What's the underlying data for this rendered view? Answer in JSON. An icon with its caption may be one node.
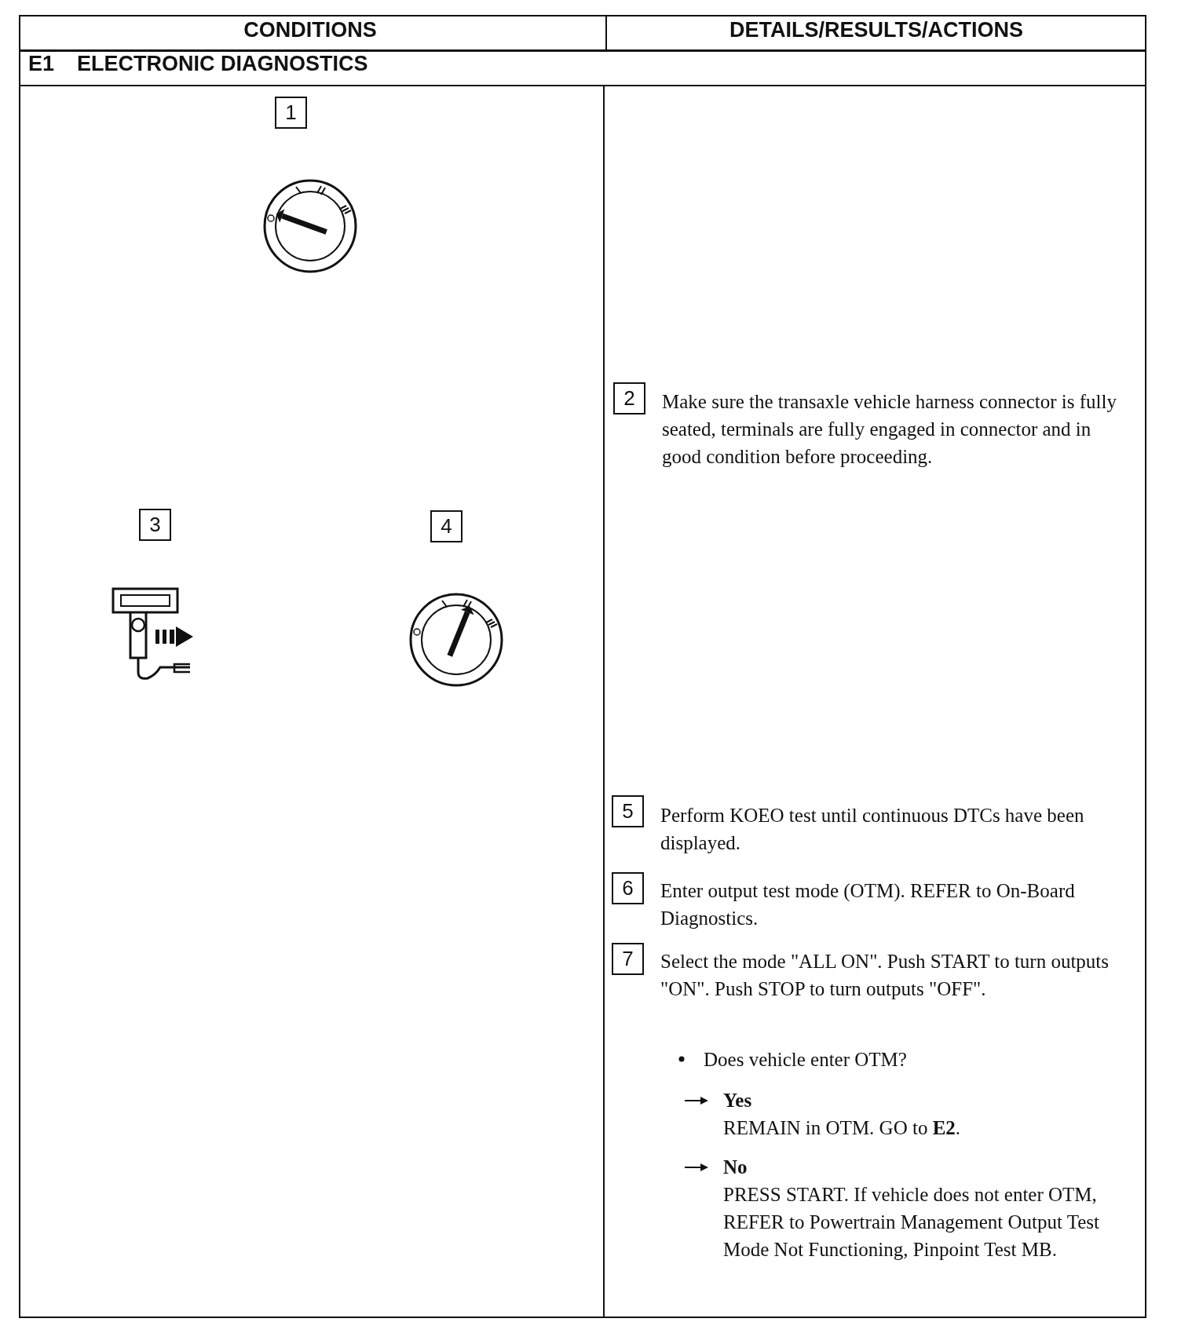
{
  "diagram": {
    "nodes": [
      {
        "text": [
          "1"
        ]
      },
      {
        "text": [
          "2"
        ],
        "beside": [
          "Make sure the transaxle vehicle harness connector is fully seated, terminals are fully engaged in connector and in good condition before proceeding."
        ]
      },
      {
        "text": [
          "3"
        ]
      },
      {
        "text": [
          "4"
        ]
      },
      {
        "text": [
          "5"
        ],
        "beside": [
          "Perform KOEO test until continuous DTCs have been displayed."
        ]
      },
      {
        "text": [
          "6"
        ],
        "beside": [
          "Enter output test mode (OTM). REFER to On-Board Diagnostics."
        ]
      },
      {
        "text": [
          "7"
        ],
        "beside": [
          "Select the mode \"ALL ON\". Push START to turn outputs \"ON\". Push STOP to turn outputs \"OFF\"."
        ]
      }
    ],
    "edges": [],
    "labels": [
      "CONDITIONS",
      "DETAILS/RESULTS/ACTIONS",
      "E1",
      "ELECTRONIC DIAGNOSTICS",
      "Does vehicle enter OTM?",
      "Yes",
      "REMAIN in OTM. GO to **E2**.",
      "No",
      "PRESS START. If vehicle does not enter OTM, REFER to Powertrain Management Output Test Mode Not Functioning, Pinpoint Test MB."
    ]
  }
}
